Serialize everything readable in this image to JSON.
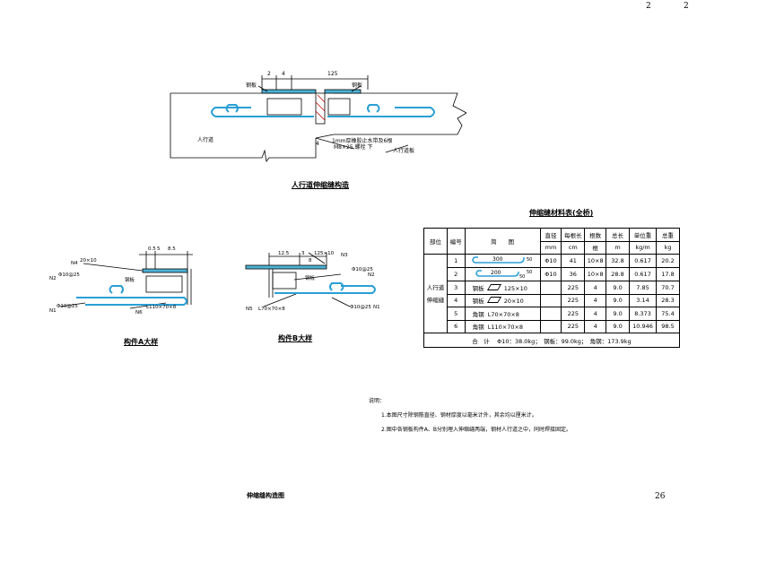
{
  "page": {
    "top_right_1": "2",
    "top_right_2": "2",
    "page_number": "26",
    "drawing_title": "伸缩缝构造图"
  },
  "main_view": {
    "title": "人行道伸缩缝构造",
    "dim_2": "2",
    "dim_4": "4",
    "dim_125": "125",
    "dim_4b": "4",
    "label_steel_left": "钢板",
    "label_steel_right": "钢板",
    "label_sidewalk": "人行道",
    "label_asphalt": "人行道板",
    "note_line1": "1mm厚橡胶止水带及6根",
    "note_line2": "M8×25 螺栓 下"
  },
  "detail_a": {
    "title": "构件A大样",
    "labels": {
      "n4": "N4",
      "n4_spec": "20×10",
      "d05": "0.5",
      "d5": "5",
      "d85": "8.5",
      "n2": "N2",
      "n2_spec": "Φ10@25",
      "steel": "钢板",
      "n1": "N1",
      "n1_spec": "Φ10@25",
      "n6": "N6",
      "n6_spec": "L110×70×8"
    }
  },
  "detail_b": {
    "title": "构件B大样",
    "labels": {
      "n3_spec": "125×10",
      "n3": "N3",
      "d125": "12.5",
      "d3": "3",
      "d8": "8",
      "n2_spec": "Φ10@25",
      "n2": "N2",
      "steel": "钢板",
      "n5_spec": "L70×70×8",
      "n5": "N5",
      "n1_spec": "Φ10@25",
      "n1": "N1"
    }
  },
  "table": {
    "title": "伸缩缝材料表(全桥)",
    "headers": {
      "location": "部位",
      "number": "编号",
      "diagram": "简　　图",
      "diameter": "直径",
      "unit_length": "每根长",
      "count": "根数",
      "total_length": "总长",
      "unit_weight": "单位重",
      "total_weight": "总重"
    },
    "units": {
      "diameter": "mm",
      "unit_length": "cm",
      "count": "根",
      "total_length": "m",
      "unit_weight": "kg/m",
      "total_weight": "kg"
    },
    "location_label_1": "人行道",
    "location_label_2": "伸缩缝",
    "rows": [
      {
        "no": "1",
        "sketch_dim": "300",
        "sketch_side": "50",
        "dia": "Φ10",
        "len": "41",
        "cnt": "10×8",
        "tlen": "32.8",
        "uw": "0.617",
        "tw": "20.2"
      },
      {
        "no": "2",
        "sketch_dim": "200",
        "sketch_side": "50",
        "sketch_side2": "50",
        "dia": "Φ10",
        "len": "36",
        "cnt": "10×8",
        "tlen": "28.8",
        "uw": "0.617",
        "tw": "17.8"
      },
      {
        "no": "3",
        "sketch_label": "钢板",
        "sketch_spec": "125×10",
        "dia": "",
        "len": "225",
        "cnt": "4",
        "tlen": "9.0",
        "uw": "7.85",
        "tw": "70.7"
      },
      {
        "no": "4",
        "sketch_label": "钢板",
        "sketch_spec": "20×10",
        "dia": "",
        "len": "225",
        "cnt": "4",
        "tlen": "9.0",
        "uw": "3.14",
        "tw": "28.3"
      },
      {
        "no": "5",
        "sketch_label": "角钢",
        "sketch_spec": "L70×70×8",
        "dia": "",
        "len": "225",
        "cnt": "4",
        "tlen": "9.0",
        "uw": "8.373",
        "tw": "75.4"
      },
      {
        "no": "6",
        "sketch_label": "角钢",
        "sketch_spec": "L110×70×8",
        "dia": "",
        "len": "225",
        "cnt": "4",
        "tlen": "9.0",
        "uw": "10.946",
        "tw": "98.5"
      }
    ],
    "total_label": "合　计",
    "total_values": "Φ10：38.0kg；　钢板：99.0kg；　角钢：173.9kg"
  },
  "notes": {
    "heading": "说明：",
    "line1": "1.本图尺寸除钢筋直径、钢材厚度以毫米计外，其余均以厘米计。",
    "line2": "2.图中各钢板构件A、B分别埋入伸缩缝两端，钢材人行道之中，同时焊接固定。"
  }
}
